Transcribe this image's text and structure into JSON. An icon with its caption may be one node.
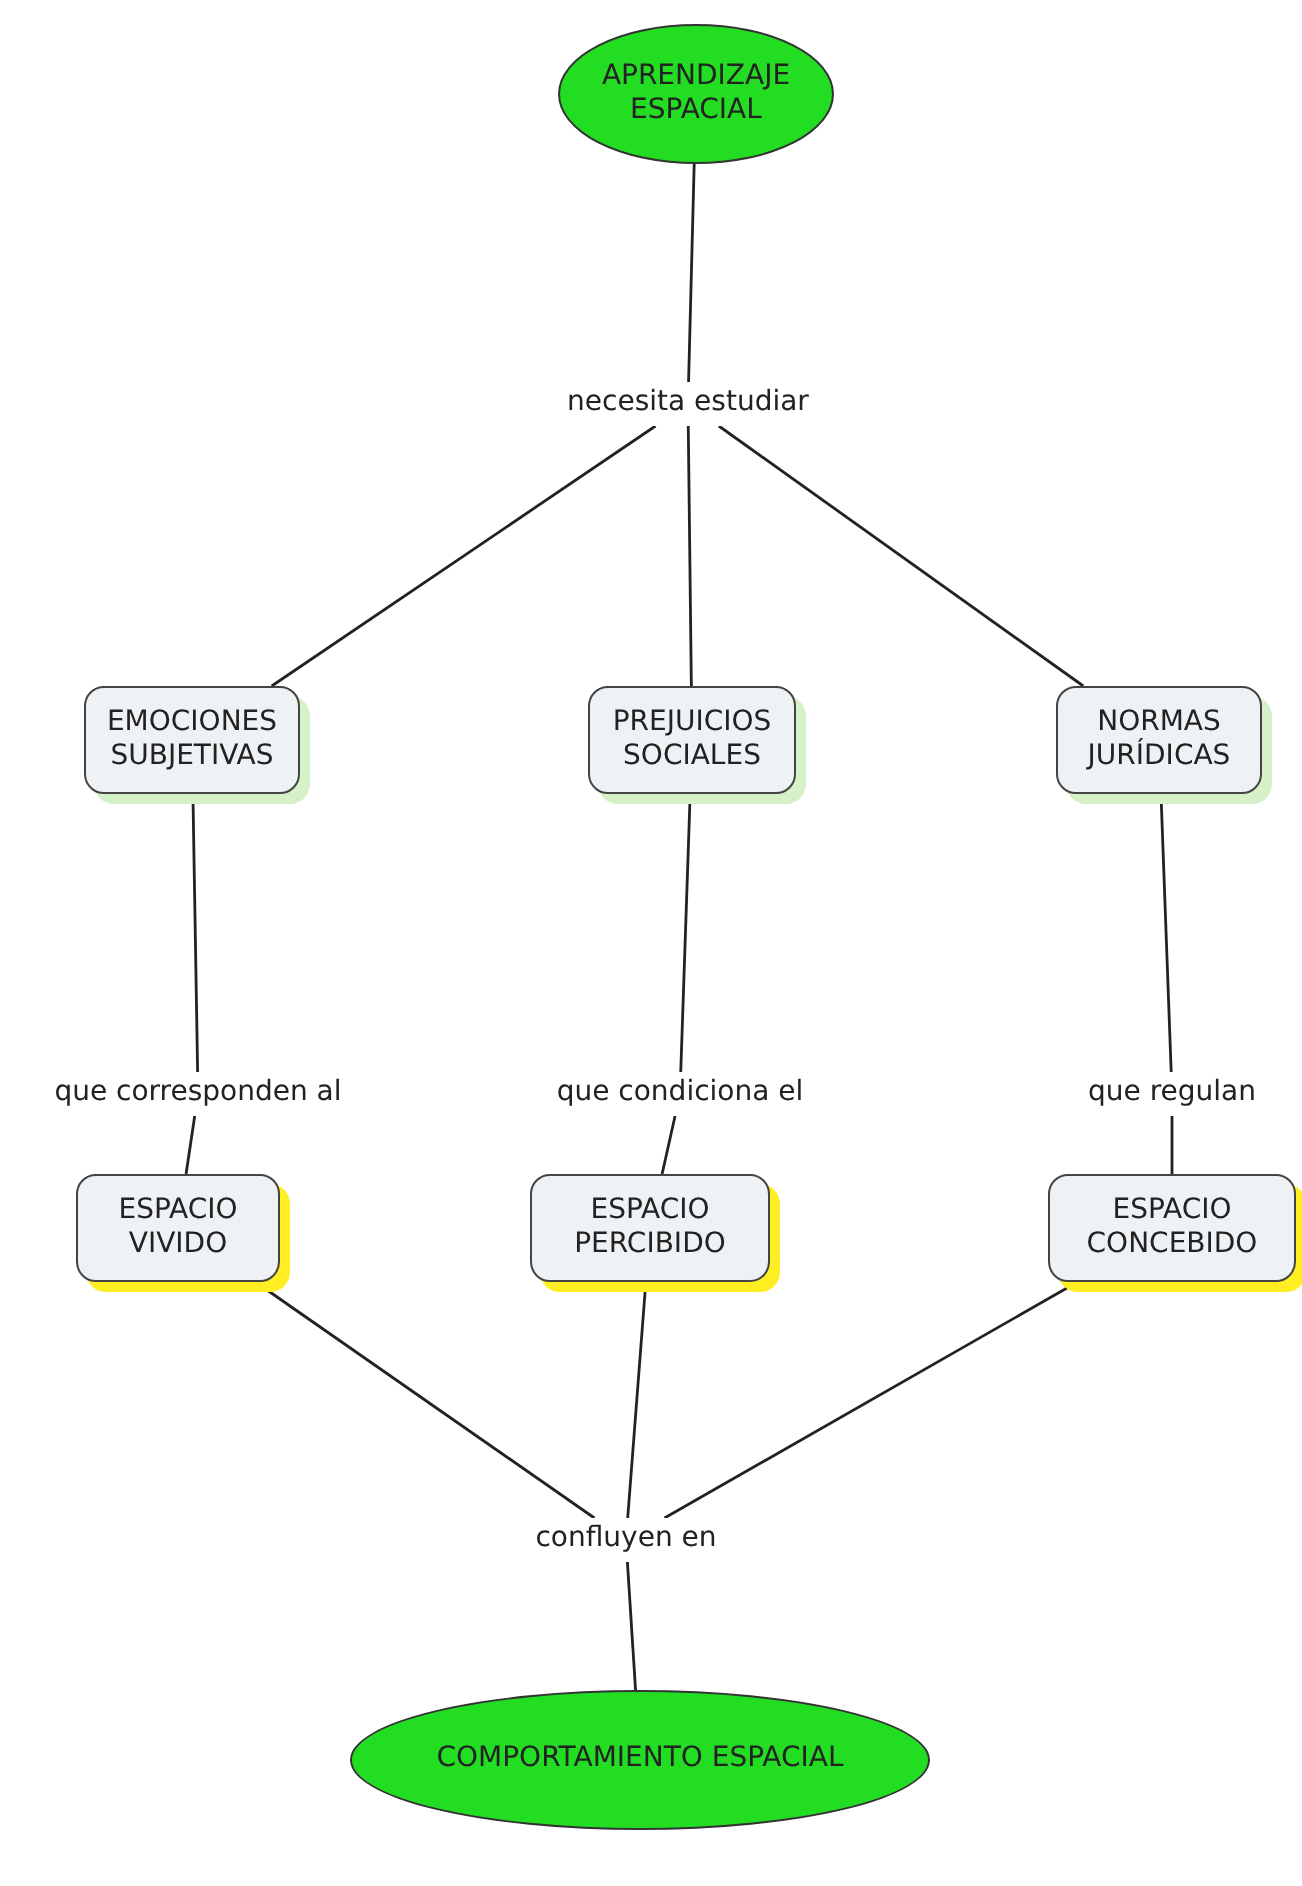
{
  "diagram": {
    "nodes": [
      {
        "text": [
          "APRENDIZAJE ESPACIAL"
        ]
      },
      {
        "text": [
          "necesita estudiar"
        ]
      },
      {
        "text": [
          "EMOCIONES SUBJETIVAS"
        ]
      },
      {
        "text": [
          "PREJUICIOS SOCIALES"
        ]
      },
      {
        "text": [
          "NORMAS JURÍDICAS"
        ]
      },
      {
        "text": [
          "que corresponden al"
        ]
      },
      {
        "text": [
          "que condiciona el"
        ]
      },
      {
        "text": [
          "que regulan"
        ]
      },
      {
        "text": [
          "ESPACIO VIVIDO"
        ]
      },
      {
        "text": [
          "ESPACIO PERCIBIDO"
        ]
      },
      {
        "text": [
          "ESPACIO CONCEBIDO"
        ]
      },
      {
        "text": [
          "confluyen en"
        ]
      },
      {
        "text": [
          "COMPORTAMIENTO ESPACIAL"
        ]
      }
    ],
    "edges": [
      {
        "from": 0,
        "to": 1,
        "arrow": "none"
      },
      {
        "from": 1,
        "to": 2,
        "arrow": "none"
      },
      {
        "from": 1,
        "to": 3,
        "arrow": "none"
      },
      {
        "from": 1,
        "to": 4,
        "arrow": "none"
      },
      {
        "from": 2,
        "to": 5,
        "arrow": "none"
      },
      {
        "from": 3,
        "to": 6,
        "arrow": "none"
      },
      {
        "from": 4,
        "to": 7,
        "arrow": "none"
      },
      {
        "from": 5,
        "to": 8,
        "arrow": "none"
      },
      {
        "from": 6,
        "to": 9,
        "arrow": "none"
      },
      {
        "from": 7,
        "to": 10,
        "arrow": "none"
      },
      {
        "from": 8,
        "to": 11,
        "arrow": "none"
      },
      {
        "from": 9,
        "to": 11,
        "arrow": "none"
      },
      {
        "from": 10,
        "to": 11,
        "arrow": "none"
      },
      {
        "from": 11,
        "to": 12,
        "arrow": "none"
      }
    ]
  }
}
